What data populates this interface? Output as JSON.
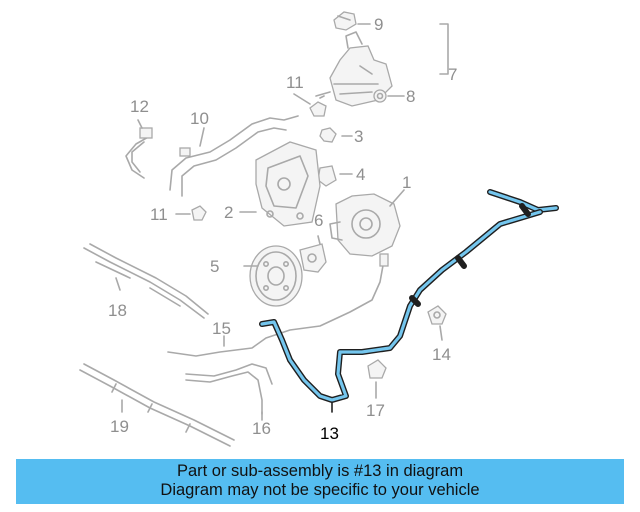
{
  "diagram": {
    "callouts": {
      "c1": "1",
      "c2": "2",
      "c3": "3",
      "c4": "4",
      "c5": "5",
      "c6": "6",
      "c7": "7",
      "c8": "8",
      "c9": "9",
      "c10": "10",
      "c11a": "11",
      "c11b": "11",
      "c12": "12",
      "c13": "13",
      "c14": "14",
      "c15": "15",
      "c16": "16",
      "c17": "17",
      "c18": "18",
      "c19": "19"
    },
    "highlight_color": "#74c6ee"
  },
  "banner": {
    "line1": "Part or sub-assembly is #13 in diagram",
    "line2": "Diagram may not be specific to your vehicle",
    "background": "#55bdf1"
  }
}
